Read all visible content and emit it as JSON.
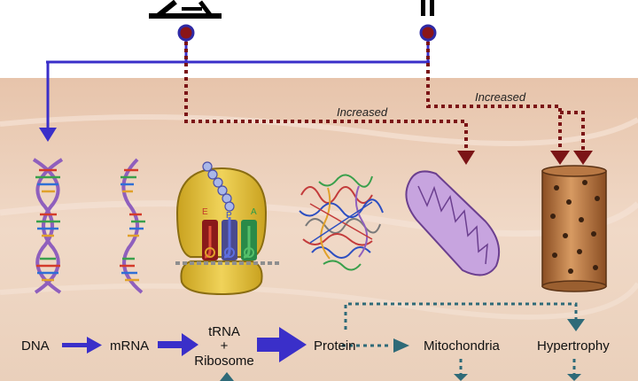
{
  "labels": {
    "increased_left": "Increased",
    "increased_right": "Increased",
    "dna": "DNA",
    "mrna": "mRNA",
    "trna_line1": "tRNA",
    "trna_line2": "+",
    "trna_line3": "Ribosome",
    "protein": "Protein",
    "mitochondria": "Mitochondria",
    "hypertrophy": "Hypertrophy",
    "site_e": "E",
    "site_p": "P",
    "site_a": "A"
  },
  "colors": {
    "pathway_blue": "#3a2fc9",
    "dotted_red": "#7b1416",
    "dotted_teal": "#2e6a78",
    "tissue_bg": "#edd2bd",
    "ribosome_yellow": "#e4c13a",
    "mitochondrion_purple": "#c7a4df",
    "muscle_fiber": "#c8874f"
  },
  "icons": {
    "top_left": "exercise-icon",
    "top_right": "pause-icon"
  }
}
